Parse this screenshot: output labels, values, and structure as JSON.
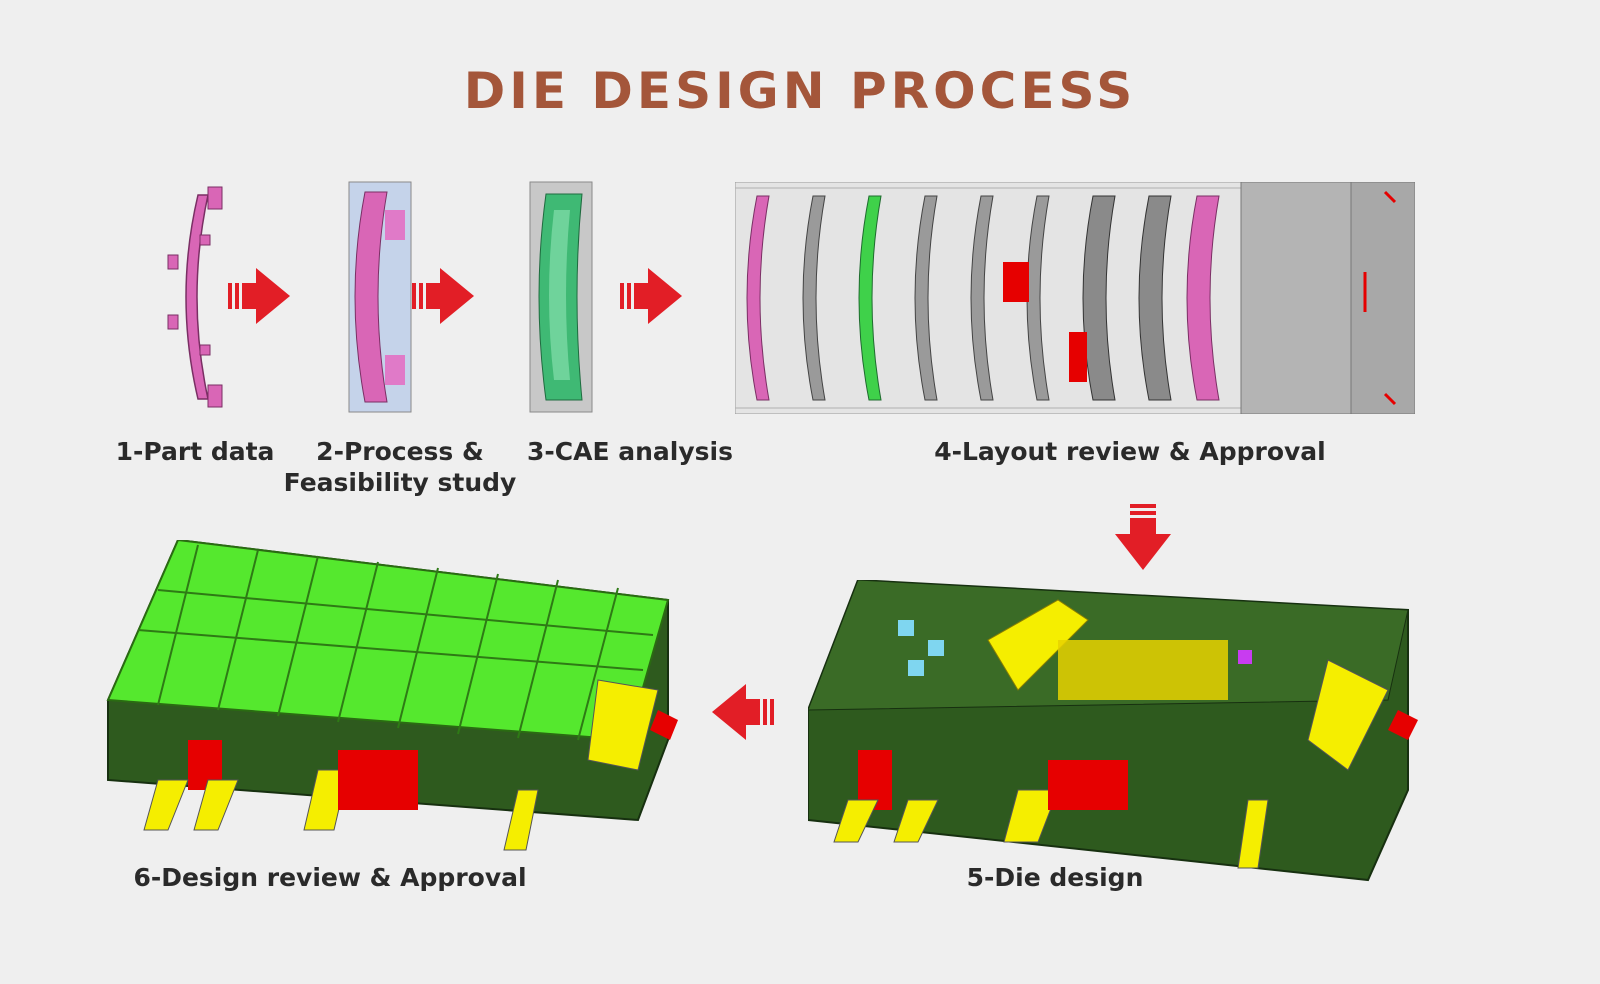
{
  "title": "DIE DESIGN PROCESS",
  "steps": [
    {
      "label": "1-Part data"
    },
    {
      "label_line1": "2-Process &",
      "label_line2": "Feasibility study"
    },
    {
      "label": "3-CAE analysis"
    },
    {
      "label": "4-Layout review & Approval"
    },
    {
      "label": "5-Die design"
    },
    {
      "label": "6-Design review & Approval"
    }
  ],
  "colors": {
    "title": "#a4563a",
    "arrow": "#e21e26",
    "part_pink": "#d966b6",
    "cae_green": "#3fb974",
    "die_dark_green": "#2e5a1e",
    "die_top_green": "#55e82e",
    "accent_yellow": "#f5ee00",
    "accent_red": "#e60000"
  }
}
